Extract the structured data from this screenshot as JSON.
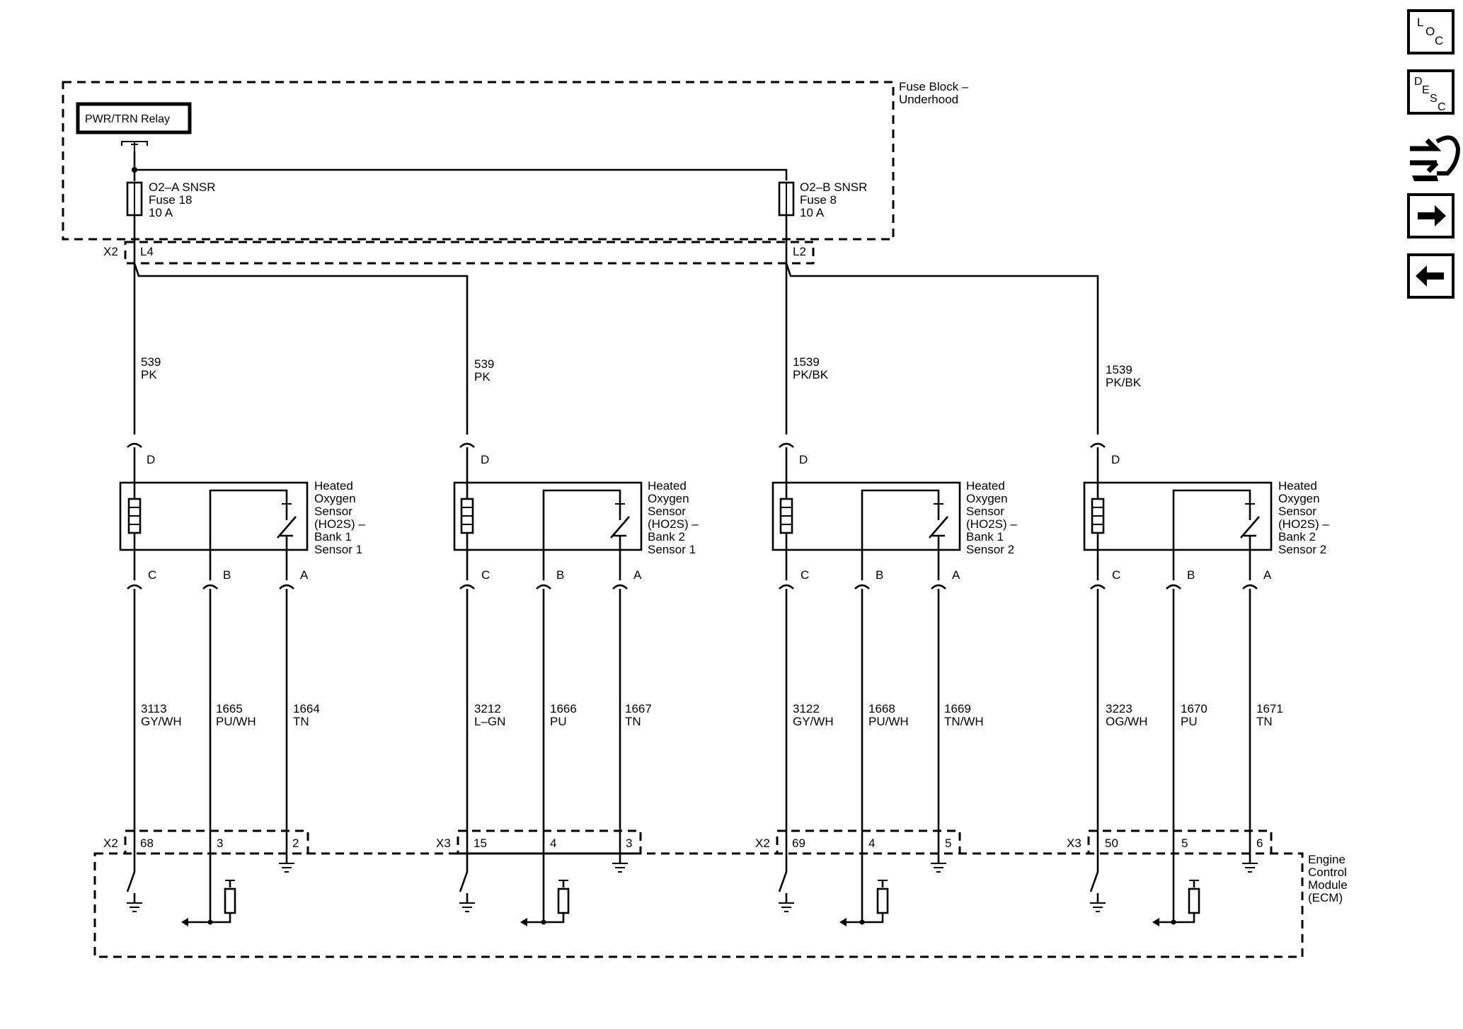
{
  "fuse_block": {
    "label_line1": "Fuse Block –",
    "label_line2": "Underhood",
    "relay": "PWR/TRN Relay",
    "fuse_a": {
      "name": "O2–A SNSR",
      "number": "Fuse 18",
      "rating": "10 A"
    },
    "fuse_b": {
      "name": "O2–B SNSR",
      "number": "Fuse 8",
      "rating": "10 A"
    },
    "connector_x2": "X2",
    "pin_l4": "L4",
    "pin_l2": "L2"
  },
  "feed_wires": [
    {
      "circuit": "539",
      "color": "PK"
    },
    {
      "circuit": "539",
      "color": "PK"
    },
    {
      "circuit": "1539",
      "color": "PK/BK"
    },
    {
      "circuit": "1539",
      "color": "PK/BK"
    }
  ],
  "sensors": [
    {
      "label": [
        "Heated",
        "Oxygen",
        "Sensor",
        "(HO2S) –",
        "Bank 1",
        "Sensor 1"
      ],
      "pins": {
        "d": "D",
        "c": "C",
        "b": "B",
        "a": "A"
      },
      "wires": [
        {
          "circuit": "3113",
          "color": "GY/WH"
        },
        {
          "circuit": "1665",
          "color": "PU/WH"
        },
        {
          "circuit": "1664",
          "color": "TN"
        }
      ],
      "ecm_connector": "X2",
      "ecm_pins": [
        "68",
        "3",
        "2"
      ]
    },
    {
      "label": [
        "Heated",
        "Oxygen",
        "Sensor",
        "(HO2S) –",
        "Bank 2",
        "Sensor 1"
      ],
      "pins": {
        "d": "D",
        "c": "C",
        "b": "B",
        "a": "A"
      },
      "wires": [
        {
          "circuit": "3212",
          "color": "L–GN"
        },
        {
          "circuit": "1666",
          "color": "PU"
        },
        {
          "circuit": "1667",
          "color": "TN"
        }
      ],
      "ecm_connector": "X3",
      "ecm_pins": [
        "15",
        "4",
        "3"
      ]
    },
    {
      "label": [
        "Heated",
        "Oxygen",
        "Sensor",
        "(HO2S) –",
        "Bank 1",
        "Sensor 2"
      ],
      "pins": {
        "d": "D",
        "c": "C",
        "b": "B",
        "a": "A"
      },
      "wires": [
        {
          "circuit": "3122",
          "color": "GY/WH"
        },
        {
          "circuit": "1668",
          "color": "PU/WH"
        },
        {
          "circuit": "1669",
          "color": "TN/WH"
        }
      ],
      "ecm_connector": "X2",
      "ecm_pins": [
        "69",
        "4",
        "5"
      ]
    },
    {
      "label": [
        "Heated",
        "Oxygen",
        "Sensor",
        "(HO2S) –",
        "Bank 2",
        "Sensor 2"
      ],
      "pins": {
        "d": "D",
        "c": "C",
        "b": "B",
        "a": "A"
      },
      "wires": [
        {
          "circuit": "3223",
          "color": "OG/WH"
        },
        {
          "circuit": "1670",
          "color": "PU"
        },
        {
          "circuit": "1671",
          "color": "TN"
        }
      ],
      "ecm_connector": "X3",
      "ecm_pins": [
        "50",
        "5",
        "6"
      ]
    }
  ],
  "ecm": {
    "label": [
      "Engine",
      "Control",
      "Module",
      "(ECM)"
    ]
  },
  "nav": {
    "loc": {
      "l": "L",
      "o": "O",
      "c": "C"
    },
    "desc": {
      "d": "D",
      "e": "E",
      "s": "S",
      "c": "C"
    }
  }
}
